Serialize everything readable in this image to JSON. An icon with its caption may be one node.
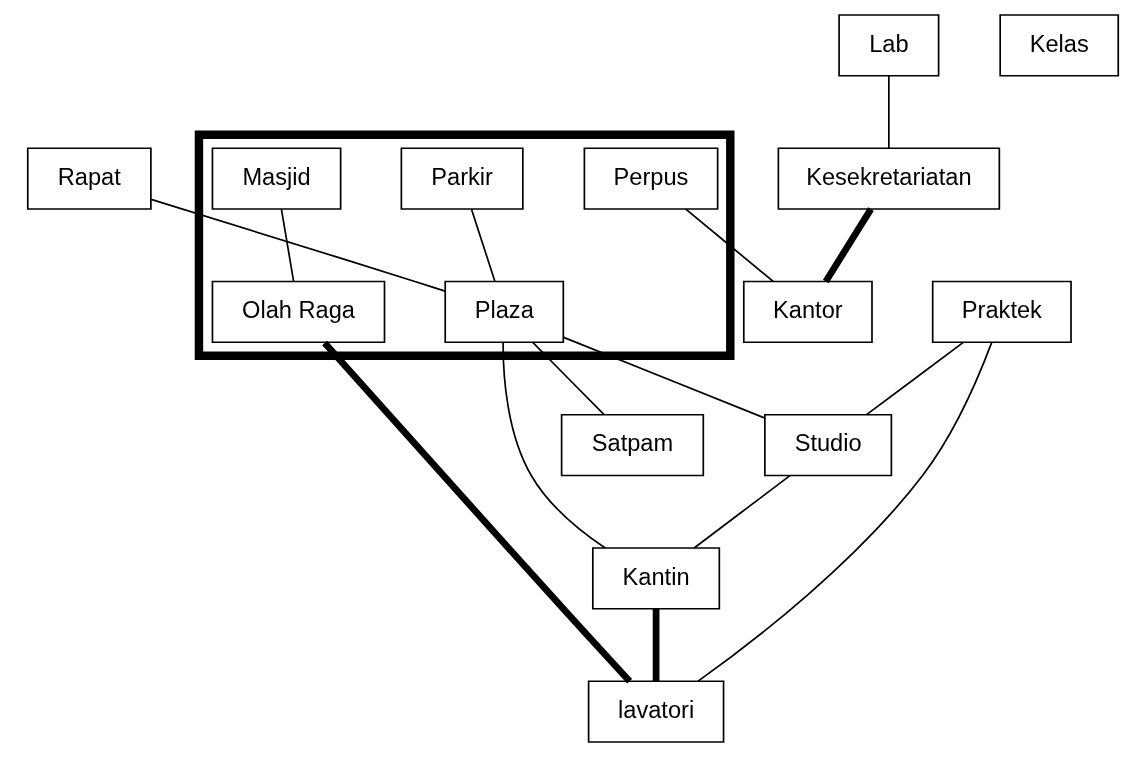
{
  "diagram": {
    "nodes": [
      {
        "text": [
          "Rapat"
        ]
      },
      {
        "text": [
          "Praktek"
        ]
      },
      {
        "text": [],
        "shape": "box"
      },
      {
        "text": [
          "Lab"
        ]
      },
      {
        "text": [
          "Parkir"
        ],
        "in": 2
      },
      {
        "text": [
          "Studio"
        ]
      },
      {
        "text": [
          "Perpus"
        ],
        "in": 2
      },
      {
        "text": [
          "Masjid"
        ],
        "in": 2
      },
      {
        "text": [
          "Plaza"
        ],
        "in": 2
      },
      {
        "text": [
          "Kelas"
        ]
      },
      {
        "text": [
          "Olah Raga"
        ],
        "in": 2
      },
      {
        "text": [
          "Kantin"
        ]
      },
      {
        "text": [
          "Satpam"
        ]
      },
      {
        "text": [
          "Kesekretariatan"
        ]
      },
      {
        "text": [
          "Kantor"
        ]
      },
      {
        "text": [
          "lavatori"
        ]
      }
    ],
    "edges": [
      {
        "from": 0,
        "to": 8,
        "arrow": "none"
      },
      {
        "from": 8,
        "to": 5,
        "arrow": "none"
      },
      {
        "from": 8,
        "to": 11,
        "arrow": "none"
      },
      {
        "from": 5,
        "to": 11,
        "arrow": "none"
      },
      {
        "from": 1,
        "to": 5,
        "arrow": "none"
      },
      {
        "from": 1,
        "to": 15,
        "arrow": "none"
      },
      {
        "from": 3,
        "to": 13,
        "arrow": "none"
      },
      {
        "from": 6,
        "to": 14,
        "arrow": "none"
      },
      {
        "from": 4,
        "to": 8,
        "arrow": "none"
      },
      {
        "from": 7,
        "to": 10,
        "arrow": "none"
      },
      {
        "from": 8,
        "to": 12,
        "arrow": "none"
      },
      {
        "from": 10,
        "to": 15,
        "arrow": "none",
        "style": "thick"
      },
      {
        "from": 11,
        "to": 15,
        "arrow": "none",
        "style": "thick"
      },
      {
        "from": 13,
        "to": 14,
        "arrow": "none",
        "style": "thick"
      }
    ]
  }
}
